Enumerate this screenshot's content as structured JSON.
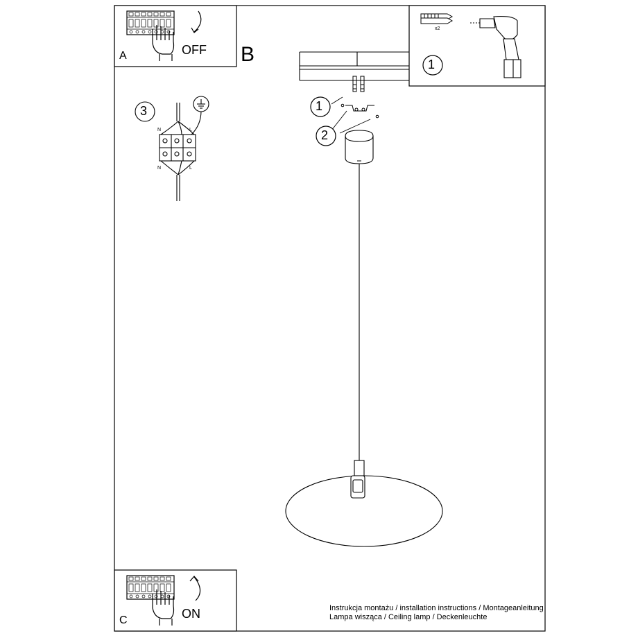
{
  "panels": {
    "a": {
      "label": "A",
      "status": "OFF"
    },
    "b": {
      "label": "B"
    },
    "c": {
      "label": "C",
      "status": "ON"
    }
  },
  "drill_panel": {
    "step": "1",
    "quantity": "x2"
  },
  "main_callouts": {
    "screws": "1",
    "bracket": "2"
  },
  "wiring": {
    "step": "3",
    "top_left": "N",
    "top_right": "L",
    "bottom_left": "N",
    "bottom_right": "L",
    "ground_icon": "ground-icon"
  },
  "footer": {
    "line1": "Instrukcja montażu / installation instructions / Montageanleitung",
    "line2": "Lampa wisząca / Ceiling lamp / Deckenleuchte"
  }
}
